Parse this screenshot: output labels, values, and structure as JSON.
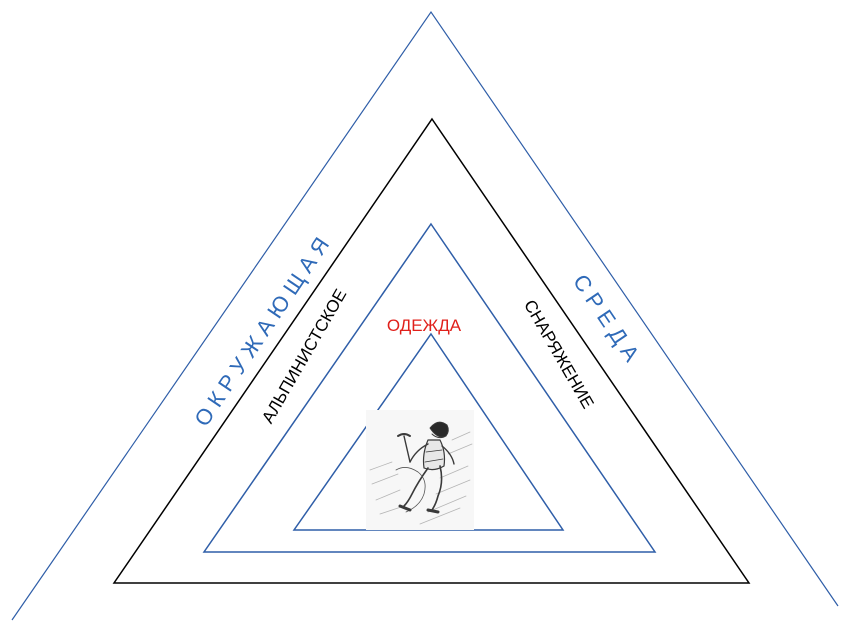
{
  "labels": {
    "environment_left": "О К Р У Ж А Ю Щ А Я",
    "environment_right": "С Р Е Д А",
    "gear_left": "АЛЬПИНИСТСКОЕ",
    "gear_right": "СНАРЯЖЕНИЕ",
    "clothing": "ОДЕЖДА"
  },
  "colors": {
    "outer_line": "#2f5ea8",
    "gear_line": "#000000",
    "clothing_line": "#2f5ea8",
    "inner_line": "#2f5ea8",
    "environment_text": "#2f6ab8",
    "gear_text": "#000000",
    "clothing_text": "#e0201b"
  },
  "illustration": {
    "name": "climber-with-ice-axe"
  }
}
